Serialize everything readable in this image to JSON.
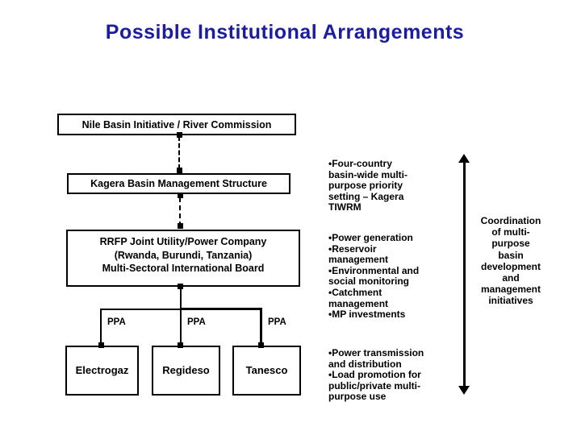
{
  "slide": {
    "title": "Possible Institutional Arrangements"
  },
  "colors": {
    "title_text": "#1C1C9E",
    "diagram_lines": "#000000",
    "box_background": "#FFFFFF"
  },
  "boxes": {
    "nile": "Nile Basin Initiative / River Commission",
    "kagera": "Kagera Basin Management Structure",
    "rrfp": "RRFP Joint Utility/Power Company\n(Rwanda, Burundi, Tanzania)\nMulti-Sectoral International Board",
    "electrogaz": "Electrogaz",
    "regideso": "Regideso",
    "tanesco": "Tanesco"
  },
  "ppa_labels": [
    "PPA",
    "PPA",
    "PPA"
  ],
  "notes": {
    "four_country": "•Four-country\nbasin-wide multi-\npurpose priority\nsetting – Kagera\nTIWRM",
    "power_generation": "•Power generation\n•Reservoir\nmanagement\n•Environmental and\nsocial monitoring\n•Catchment\nmanagement\n•MP investments",
    "power_transmission": "•Power transmission\nand distribution\n•Load promotion for\npublic/private multi-\npurpose use"
  },
  "arrow_label": "Coordination\nof multi-\npurpose\nbasin\ndevelopment\nand\nmanagement\ninitiatives"
}
